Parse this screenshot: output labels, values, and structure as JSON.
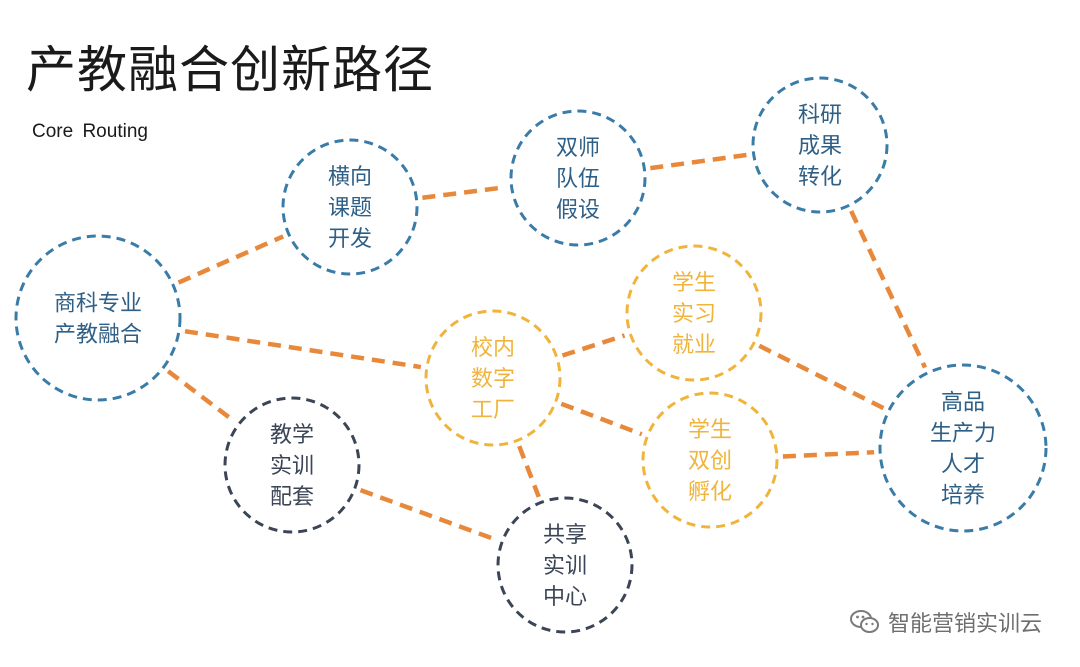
{
  "title": "产教融合创新路径",
  "subtitle": "Core Routing",
  "watermark": {
    "text": "智能营销实训云",
    "icon": "wechat-icon"
  },
  "colors": {
    "blue": "#3a7ca8",
    "navy": "#3b4556",
    "gold": "#f0b43c",
    "orange": "#e8883a",
    "text_blue": "#2e5f86"
  },
  "nodes": [
    {
      "id": "shangke",
      "lines": [
        "商科专业",
        "产教融合"
      ],
      "style": "blue"
    },
    {
      "id": "hengxiang",
      "lines": [
        "横向",
        "课题",
        "开发"
      ],
      "style": "blue"
    },
    {
      "id": "shuangshi",
      "lines": [
        "双师",
        "队伍",
        "假设"
      ],
      "style": "blue"
    },
    {
      "id": "keyan",
      "lines": [
        "科研",
        "成果",
        "转化"
      ],
      "style": "blue"
    },
    {
      "id": "xiaonei",
      "lines": [
        "校内",
        "数字",
        "工厂"
      ],
      "style": "gold"
    },
    {
      "id": "shixi",
      "lines": [
        "学生",
        "实习",
        "就业"
      ],
      "style": "gold"
    },
    {
      "id": "shuangchuang",
      "lines": [
        "学生",
        "双创",
        "孵化"
      ],
      "style": "gold"
    },
    {
      "id": "gaopin",
      "lines": [
        "高品",
        "生产力",
        "人才",
        "培养"
      ],
      "style": "blue"
    },
    {
      "id": "jiaoxue",
      "lines": [
        "教学",
        "实训",
        "配套"
      ],
      "style": "navy"
    },
    {
      "id": "gongxiang",
      "lines": [
        "共享",
        "实训",
        "中心"
      ],
      "style": "navy"
    }
  ],
  "edges": [
    [
      "shangke",
      "hengxiang"
    ],
    [
      "hengxiang",
      "shuangshi"
    ],
    [
      "shuangshi",
      "keyan"
    ],
    [
      "keyan",
      "gaopin"
    ],
    [
      "shangke",
      "xiaonei"
    ],
    [
      "shangke",
      "jiaoxue"
    ],
    [
      "xiaonei",
      "shixi"
    ],
    [
      "xiaonei",
      "shuangchuang"
    ],
    [
      "xiaonei",
      "gongxiang"
    ],
    [
      "shixi",
      "gaopin"
    ],
    [
      "shuangchuang",
      "gaopin"
    ],
    [
      "jiaoxue",
      "gongxiang"
    ]
  ]
}
